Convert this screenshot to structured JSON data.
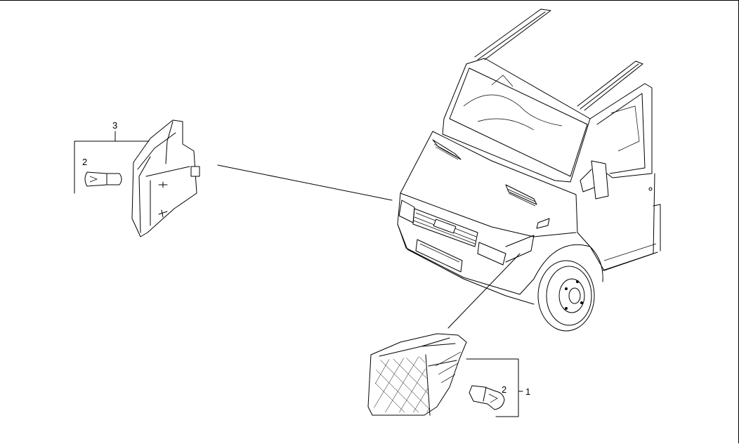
{
  "callouts": {
    "lamp_bracket_label": "1",
    "bulb_label_left": "2",
    "bulb_label_right": "2",
    "headlamp_label": "3"
  },
  "colors": {
    "line": "#000000",
    "background": "#ffffff"
  }
}
